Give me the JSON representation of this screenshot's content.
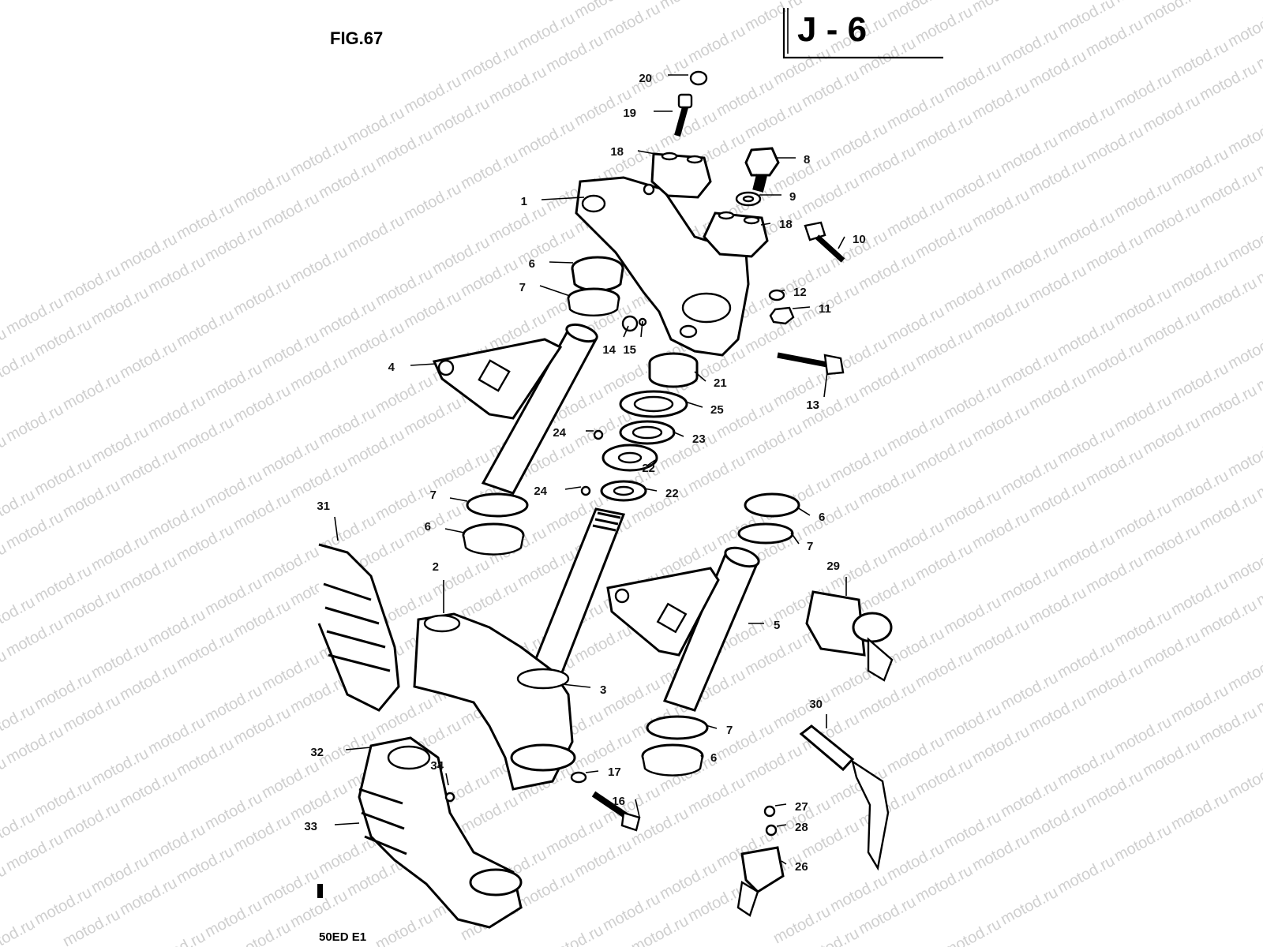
{
  "figure": {
    "fig_label": "FIG.67",
    "code_label": "J - 6",
    "footer_label": "50ED E1",
    "watermark": "motod.ru"
  },
  "callouts": [
    {
      "id": "c20",
      "label": "20"
    },
    {
      "id": "c19",
      "label": "19"
    },
    {
      "id": "c18a",
      "label": "18"
    },
    {
      "id": "c8",
      "label": "8"
    },
    {
      "id": "c9",
      "label": "9"
    },
    {
      "id": "c1",
      "label": "1"
    },
    {
      "id": "c18b",
      "label": "18"
    },
    {
      "id": "c10",
      "label": "10"
    },
    {
      "id": "c6a",
      "label": "6"
    },
    {
      "id": "c12",
      "label": "12"
    },
    {
      "id": "c7a",
      "label": "7"
    },
    {
      "id": "c11",
      "label": "11"
    },
    {
      "id": "c14",
      "label": "14"
    },
    {
      "id": "c15",
      "label": "15"
    },
    {
      "id": "c4",
      "label": "4"
    },
    {
      "id": "c21",
      "label": "21"
    },
    {
      "id": "c13",
      "label": "13"
    },
    {
      "id": "c25",
      "label": "25"
    },
    {
      "id": "c24a",
      "label": "24"
    },
    {
      "id": "c23",
      "label": "23"
    },
    {
      "id": "c22a",
      "label": "22"
    },
    {
      "id": "c24b",
      "label": "24"
    },
    {
      "id": "c22b",
      "label": "22"
    },
    {
      "id": "c7b",
      "label": "7"
    },
    {
      "id": "c6b",
      "label": "6"
    },
    {
      "id": "c6c",
      "label": "6"
    },
    {
      "id": "c31",
      "label": "31"
    },
    {
      "id": "c7c",
      "label": "7"
    },
    {
      "id": "c29",
      "label": "29"
    },
    {
      "id": "c2",
      "label": "2"
    },
    {
      "id": "c5",
      "label": "5"
    },
    {
      "id": "c3",
      "label": "3"
    },
    {
      "id": "c30",
      "label": "30"
    },
    {
      "id": "c7d",
      "label": "7"
    },
    {
      "id": "c32",
      "label": "32"
    },
    {
      "id": "c34",
      "label": "34"
    },
    {
      "id": "c6d",
      "label": "6"
    },
    {
      "id": "c17",
      "label": "17"
    },
    {
      "id": "c16",
      "label": "16"
    },
    {
      "id": "c27",
      "label": "27"
    },
    {
      "id": "c33",
      "label": "33"
    },
    {
      "id": "c28",
      "label": "28"
    },
    {
      "id": "c26",
      "label": "26"
    }
  ],
  "colors": {
    "ink": "#000000",
    "paper": "#ffffff",
    "watermark": "#cfcfcf"
  }
}
